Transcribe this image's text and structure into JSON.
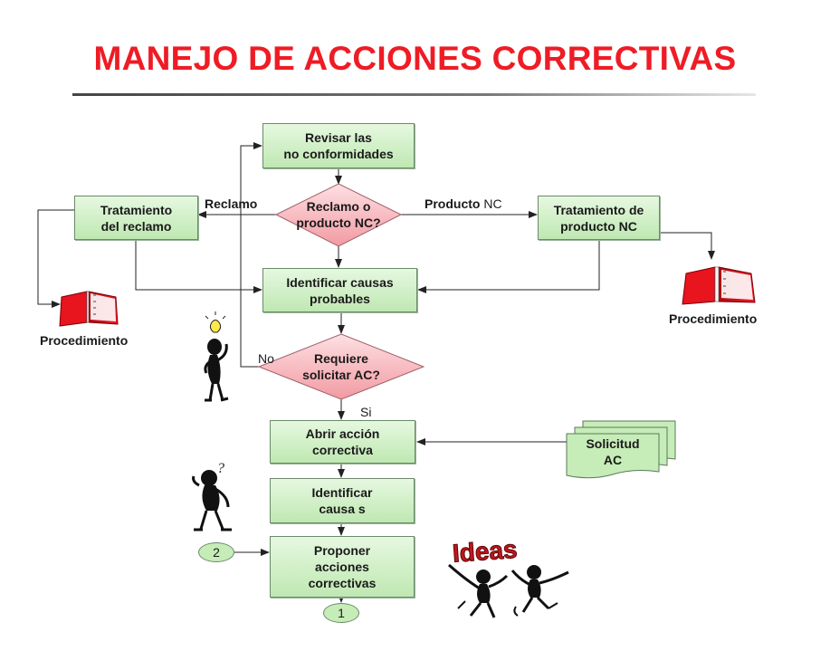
{
  "title": "MANEJO DE ACCIONES CORRECTIVAS",
  "nodes": {
    "revisar": "Revisar las\nno conformidades",
    "reclamo_decision": "Reclamo o\nproducto NC?",
    "tratamiento_reclamo": "Tratamiento\ndel reclamo",
    "tratamiento_producto": "Tratamiento de\nproducto NC",
    "identificar_causas_probables": "Identificar causas\nprobables",
    "requiere_decision": "Requiere\nsolicitar AC?",
    "abrir_accion": "Abrir acción\ncorrectiva",
    "identificar_causas": "Identificar\ncausa s",
    "proponer": "Proponer\nacciones\ncorrectivas",
    "solicitud": "Solicitud\nAC"
  },
  "edge_labels": {
    "reclamo": "Reclamo",
    "producto_bold": "Producto",
    "producto_rest": " NC",
    "no": "No",
    "si": "Si"
  },
  "procedimiento_left": "Procedimiento",
  "procedimiento_right": "Procedimiento",
  "connectors": {
    "two": "2",
    "one": "1"
  },
  "ideas_text": "Ideas",
  "colors": {
    "title": "#ee1c25",
    "box_fill": "#c6ecb8",
    "diamond_fill": "#f6aeb4",
    "book": "#e8141e"
  }
}
